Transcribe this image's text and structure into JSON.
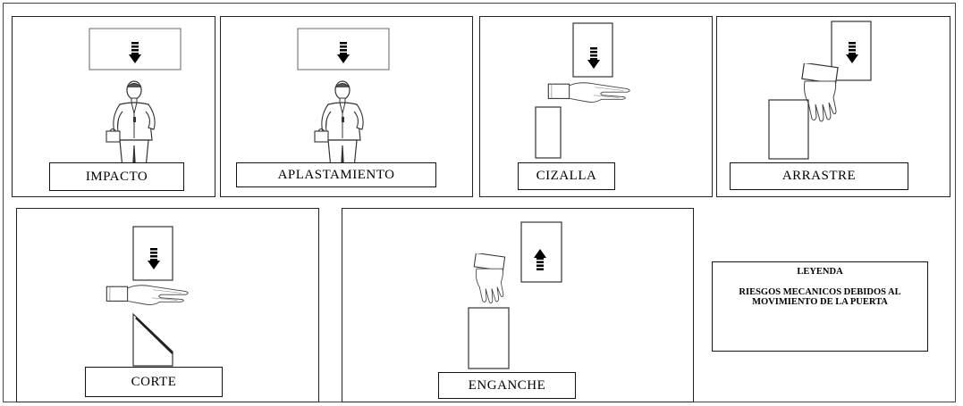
{
  "panels": {
    "impacto": "IMPACTO",
    "aplastamiento": "APLASTAMIENTO",
    "cizalla": "CIZALLA",
    "arrastre": "ARRASTRE",
    "corte": "CORTE",
    "enganche": "ENGANCHE"
  },
  "legend": {
    "title": "LEYENDA",
    "subtitle": "RIESGOS MECANICOS DEBIDOS AL MOVIMIENTO DE LA PUERTA"
  }
}
